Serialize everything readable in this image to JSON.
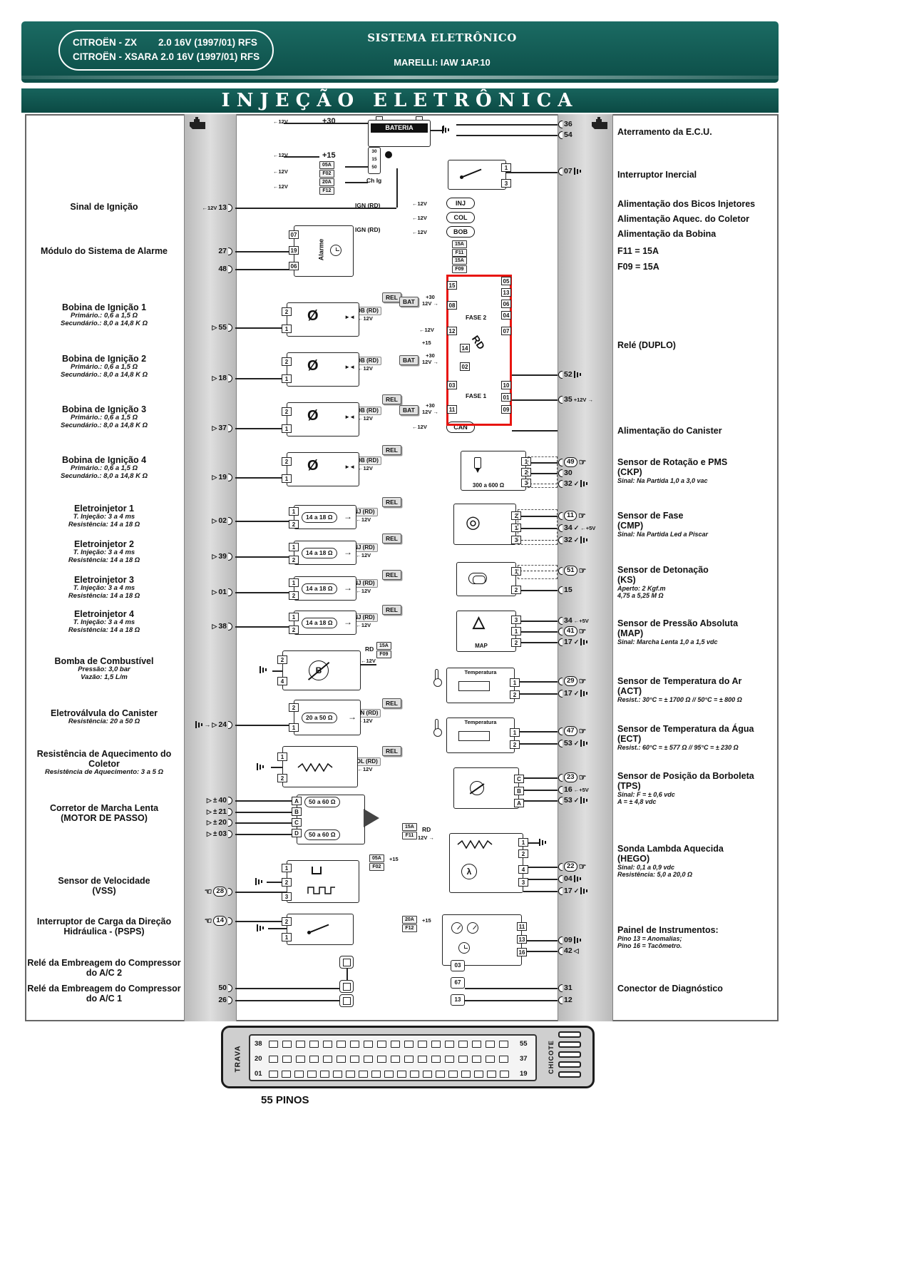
{
  "header": {
    "model_line1": "CITROËN - ZX        2.0 16V (1997/01) RFS",
    "model_line2": "CITROËN - XSARA 2.0 16V (1997/01) RFS",
    "system_title": "SISTEMA ELETRÔNICO",
    "system_subtitle": "MARELLI: IAW 1AP.10",
    "banner": "INJEÇÃO ELETRÔNICA"
  },
  "symbols": {
    "v12_left": "←12V",
    "v12_right": "12V →",
    "plus30": "+30",
    "plus15": "+15",
    "plus12v_right": "+12V →",
    "plus5v": "←+5V",
    "pm": "±"
  },
  "left": [
    {
      "label": "Sinal de Ignição",
      "subs": [],
      "pins": [
        {
          "n": "13",
          "pre": [
            "v12l"
          ]
        }
      ]
    },
    {
      "label": "Módulo do Sistema de Alarme",
      "subs": [],
      "pins": [
        {
          "n": "27"
        },
        {
          "n": "48"
        }
      ]
    },
    {
      "label": "Bobina de Ignição 1",
      "subs": [
        "Primário.: 0,6 a 1,5 Ω",
        "Secundário.: 8,0 a 14,8 K Ω"
      ],
      "pins": [
        {
          "n": "55",
          "pre": [
            "tri"
          ]
        }
      ]
    },
    {
      "label": "Bobina de Ignição 2",
      "subs": [
        "Primário.: 0,6 a 1,5 Ω",
        "Secundário.: 8,0 a 14,8 K Ω"
      ],
      "pins": [
        {
          "n": "18",
          "pre": [
            "tri"
          ]
        }
      ]
    },
    {
      "label": "Bobina de Ignição 3",
      "subs": [
        "Primário.: 0,6 a 1,5 Ω",
        "Secundário.: 8,0 a 14,8 K Ω"
      ],
      "pins": [
        {
          "n": "37",
          "pre": [
            "tri"
          ]
        }
      ]
    },
    {
      "label": "Bobina de Ignição 4",
      "subs": [
        "Primário.: 0,6 a 1,5 Ω",
        "Secundário.: 8,0 a 14,8 K Ω"
      ],
      "pins": [
        {
          "n": "19",
          "pre": [
            "tri"
          ]
        }
      ]
    },
    {
      "label": "Eletroinjetor 1",
      "subs": [
        "T. Injeção: 3 a 4 ms",
        "Resistência: 14 a 18 Ω"
      ],
      "pins": [
        {
          "n": "02",
          "pre": [
            "tri"
          ]
        }
      ]
    },
    {
      "label": "Eletroinjetor 2",
      "subs": [
        "T. Injeção: 3 a 4 ms",
        "Resistência: 14 a 18 Ω"
      ],
      "pins": [
        {
          "n": "39",
          "pre": [
            "tri"
          ]
        }
      ]
    },
    {
      "label": "Eletroinjetor 3",
      "subs": [
        "T. Injeção: 3 a 4 ms",
        "Resistência: 14 a 18 Ω"
      ],
      "pins": [
        {
          "n": "01",
          "pre": [
            "tri"
          ]
        }
      ]
    },
    {
      "label": "Eletroinjetor 4",
      "subs": [
        "T. Injeção: 3 a 4 ms",
        "Resistência: 14 a 18 Ω"
      ],
      "pins": [
        {
          "n": "38",
          "pre": [
            "tri"
          ]
        }
      ]
    },
    {
      "label": "Bomba de Combustível",
      "subs": [
        "Pressão: 3,0 bar",
        "Vazão: 1,5 L/m"
      ],
      "pins": []
    },
    {
      "label": "Eletroválvula do Canister",
      "subs": [
        "Resistência: 20 a 50 Ω"
      ],
      "pins": [
        {
          "n": "24",
          "pre": [
            "gnd",
            "arrR",
            "tri"
          ]
        }
      ]
    },
    {
      "label": "Resistência de Aquecimento do Coletor",
      "subs": [
        "Resistência de Aquecimento: 3 a 5 Ω"
      ],
      "pins": []
    },
    {
      "label": "Corretor de Marcha Lenta",
      "label2": "(MOTOR DE PASSO)",
      "subs": [],
      "pins": [
        {
          "n": "40",
          "pre": [
            "tri",
            "pm"
          ]
        },
        {
          "n": "21",
          "pre": [
            "tri",
            "pm"
          ]
        },
        {
          "n": "20",
          "pre": [
            "tri",
            "pm"
          ]
        },
        {
          "n": "03",
          "pre": [
            "tri",
            "pm"
          ]
        }
      ]
    },
    {
      "label": "Sensor de Velocidade",
      "label2": "(VSS)",
      "subs": [],
      "pins": [
        {
          "n": "28",
          "circ": true,
          "pre": [
            "handL"
          ]
        }
      ]
    },
    {
      "label": "Interruptor de Carga da Direção Hidráulica - (PSPS)",
      "subs": [],
      "pins": [
        {
          "n": "14",
          "circ": true,
          "pre": [
            "handL"
          ]
        }
      ]
    },
    {
      "label": "Relé da Embreagem do Compressor do A/C 2",
      "subs": [],
      "pins": []
    },
    {
      "label": "Relé da Embreagem do Compressor do A/C 1",
      "subs": [],
      "pins": [
        {
          "n": "50"
        },
        {
          "n": "26"
        }
      ]
    }
  ],
  "right": [
    {
      "label": "Aterramento da E.C.U.",
      "pins": [
        {
          "n": "36"
        },
        {
          "n": "54"
        }
      ]
    },
    {
      "label": "Interruptor Inercial",
      "pins": [
        {
          "n": "07",
          "post": [
            "gnd"
          ]
        }
      ]
    },
    {
      "label": "Alimentação dos Bicos Injetores",
      "pins": []
    },
    {
      "label": "Alimentação Aquec. do Coletor",
      "pins": []
    },
    {
      "label": "Alimentação da Bobina",
      "pins": []
    },
    {
      "label": "F11 = 15A",
      "pins": []
    },
    {
      "label": "F09 = 15A",
      "pins": []
    },
    {
      "label": "Relé (DUPLO)",
      "pins": [
        {
          "n": "52",
          "post": [
            "gnd"
          ]
        },
        {
          "n": "35",
          "post": [
            "p12r"
          ]
        }
      ]
    },
    {
      "label": "Alimentação do Canister",
      "pins": []
    },
    {
      "label": "Sensor de Rotação e PMS",
      "code": "(CKP)",
      "notes": [
        "Sinal: Na Partida 1,0 a 3,0 vac"
      ],
      "pins": [
        {
          "n": "49",
          "circ": true,
          "post": [
            "handR"
          ]
        },
        {
          "n": "30"
        },
        {
          "n": "32",
          "post": [
            "chk",
            "gnd"
          ]
        }
      ]
    },
    {
      "label": "Sensor de Fase",
      "code": "(CMP)",
      "notes": [
        "Sinal: Na Partida Led a Piscar"
      ],
      "pins": [
        {
          "n": "11",
          "circ": true,
          "post": [
            "handR"
          ]
        },
        {
          "n": "34",
          "post": [
            "chk",
            "p5v"
          ]
        },
        {
          "n": "32",
          "post": [
            "chk",
            "gnd"
          ]
        }
      ]
    },
    {
      "label": "Sensor de Detonação",
      "code": "(KS)",
      "notes": [
        "Aperto: 2 Kgf.m",
        "4,75 a 5,25 M Ω"
      ],
      "pins": [
        {
          "n": "51",
          "circ": true,
          "post": [
            "handR"
          ]
        },
        {
          "n": "15"
        }
      ]
    },
    {
      "label": "Sensor de Pressão Absoluta",
      "code": "(MAP)",
      "notes": [
        "Sinal: Marcha Lenta 1,0 a 1,5 vdc"
      ],
      "pins": [
        {
          "n": "34",
          "post": [
            "p5v"
          ]
        },
        {
          "n": "41",
          "circ": true,
          "post": [
            "handR"
          ]
        },
        {
          "n": "17",
          "post": [
            "chk",
            "gnd"
          ]
        }
      ]
    },
    {
      "label": "Sensor de Temperatura do Ar",
      "code": "(ACT)",
      "notes": [
        "Resist.: 30°C = ± 1700 Ω // 50°C = ± 800 Ω"
      ],
      "pins": [
        {
          "n": "29",
          "circ": true,
          "post": [
            "handR"
          ]
        },
        {
          "n": "17",
          "post": [
            "chk",
            "gnd"
          ]
        }
      ]
    },
    {
      "label": "Sensor de Temperatura da Água",
      "code": "(ECT)",
      "notes": [
        "Resist.: 60°C = ± 577 Ω // 95°C = ± 230 Ω"
      ],
      "pins": [
        {
          "n": "47",
          "circ": true,
          "post": [
            "handR"
          ]
        },
        {
          "n": "53",
          "post": [
            "chk",
            "gnd"
          ]
        }
      ]
    },
    {
      "label": "Sensor de Posição da Borboleta",
      "code": "(TPS)",
      "notes": [
        "Sinal: F = ± 0,6 vdc",
        "A = ± 4,8 vdc"
      ],
      "pins": [
        {
          "n": "23",
          "circ": true,
          "post": [
            "handR"
          ]
        },
        {
          "n": "16",
          "post": [
            "p5v"
          ]
        },
        {
          "n": "53",
          "post": [
            "chk",
            "gnd"
          ]
        }
      ]
    },
    {
      "label": "Sonda Lambda Aquecida",
      "code": "(HEGO)",
      "notes": [
        "Sinal: 0,1 a 0,9 vdc",
        "Resistência: 5,0 a 20,0 Ω"
      ],
      "pins": [
        {
          "n": "22",
          "circ": true,
          "post": [
            "handR"
          ]
        },
        {
          "n": "04",
          "post": [
            "gnd"
          ]
        },
        {
          "n": "17",
          "post": [
            "chk",
            "gnd"
          ]
        }
      ]
    },
    {
      "label": "Painel de Instrumentos:",
      "notes": [
        "Pino 13 = Anomalias;",
        "Pino 16 = Tacômetro."
      ],
      "pins": [
        {
          "n": "09",
          "post": [
            "gnd"
          ]
        },
        {
          "n": "42",
          "post": [
            "ltri"
          ]
        }
      ]
    },
    {
      "label": "Conector de Diagnóstico",
      "pins": [
        {
          "n": "31"
        },
        {
          "n": "12"
        }
      ]
    }
  ],
  "center": {
    "bateria": "BATERIA",
    "chig": "Ch Ig",
    "ign_switch_pins": [
      "30",
      "15",
      "50"
    ],
    "ign_rd": "IGN (RD)",
    "inj": "INJ",
    "col": "COL",
    "bob": "BOB",
    "can": "CAN",
    "alarme": "Alarme",
    "alarme_pins": [
      "07",
      "19",
      "06"
    ],
    "rel": "REL",
    "bat": "BAT",
    "rd": "RD",
    "bob_rd": "BOB (RD)",
    "inj_rd": "INJ (RD)",
    "can_rd": "CAN (RD)",
    "col_rd": "COL (RD)",
    "fase1": "FASE 1",
    "fase2": "FASE 2",
    "relay_left_pins": [
      "15",
      "08",
      "12",
      "14",
      "02",
      "03",
      "11"
    ],
    "relay_right_pins": [
      "05",
      "13",
      "06",
      "04",
      "07",
      "10",
      "01",
      "09"
    ],
    "coil_pins": [
      "2",
      "1"
    ],
    "inj_pins": [
      "1",
      "2"
    ],
    "inj_ohm": "14 a 18 Ω",
    "pump_label": "B",
    "pump_pins": [
      "2",
      "4"
    ],
    "canister_ohm": "20 a 50 Ω",
    "canister_pins": [
      "2",
      "1"
    ],
    "heater_pins": [
      "1",
      "2"
    ],
    "stepper_pins": [
      "A",
      "B",
      "C",
      "D"
    ],
    "stepper_ohm": "50 a 60 Ω",
    "vss_pins": [
      "1",
      "2",
      "3"
    ],
    "psps_pins": [
      "2",
      "1"
    ],
    "ckp_ohm": "300 a 600 Ω",
    "ckp_pins": [
      "1",
      "2",
      "3"
    ],
    "cmp_pins": [
      "2",
      "1",
      "3"
    ],
    "ks_pins": [
      "1",
      "2"
    ],
    "map_label": "MAP",
    "map_pins": [
      "3",
      "1",
      "2"
    ],
    "temp_label": "Temperatura",
    "act_pins": [
      "1",
      "2"
    ],
    "ect_pins": [
      "1",
      "2"
    ],
    "tps_pins": [
      "C",
      "B",
      "A"
    ],
    "hego_pins": [
      "1",
      "2",
      "4",
      "3"
    ],
    "painel_pins": [
      "11",
      "13",
      "16"
    ],
    "diag_pins": [
      "03",
      "67",
      "13"
    ],
    "inertial_pins": [
      "1",
      "3"
    ],
    "fuse_05a": {
      "a": "05A",
      "c": "F02"
    },
    "fuse_20a": {
      "a": "20A",
      "c": "F12"
    },
    "fuse_15a_f11": {
      "a": "15A",
      "c": "F11"
    },
    "fuse_15a_f09": {
      "a": "15A",
      "c": "F09"
    }
  },
  "connector": {
    "trava": "TRAVA",
    "chicote": "CHICOTE",
    "caption": "55 PINOS",
    "rows": [
      {
        "left": "38",
        "right": "55",
        "pins": 18
      },
      {
        "left": "20",
        "right": "37",
        "pins": 18
      },
      {
        "left": "01",
        "right": "19",
        "pins": 19
      }
    ]
  }
}
